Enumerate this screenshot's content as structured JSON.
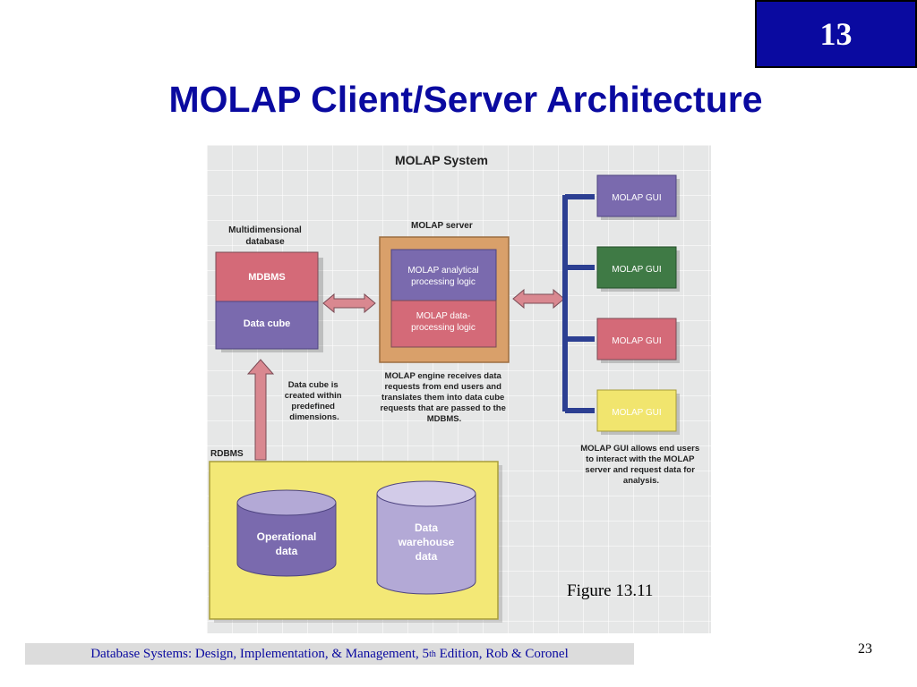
{
  "slide": {
    "chapter": "13",
    "title": "MOLAP Client/Server Architecture",
    "figure_caption": "Figure 13.11",
    "footer_before_sup": "Database Systems: Design, Implementation, & Management, 5",
    "footer_sup": "th",
    "footer_after_sup": " Edition, Rob & Coronel",
    "page_number": "23"
  },
  "diagram": {
    "system_title": "MOLAP System",
    "mdb_label_line1": "Multidimensional",
    "mdb_label_line2": "database",
    "mdbms": "MDBMS",
    "data_cube": "Data cube",
    "server_label": "MOLAP server",
    "analytical_line1": "MOLAP analytical",
    "analytical_line2": "processing logic",
    "dataproc_line1": "MOLAP data-",
    "dataproc_line2": "processing logic",
    "engine_note": [
      "MOLAP engine receives data",
      "requests from end users and",
      "translates them into data cube",
      "requests that are passed to the",
      "MDBMS."
    ],
    "cube_note": [
      "Data cube is",
      "created within",
      "predefined",
      "dimensions."
    ],
    "rdbms_label": "RDBMS",
    "operational_line1": "Operational",
    "operational_line2": "data",
    "warehouse_line1": "Data",
    "warehouse_line2": "warehouse",
    "warehouse_line3": "data",
    "gui_label": "MOLAP GUI",
    "gui_note": [
      "MOLAP GUI allows end users",
      "to interact with the MOLAP",
      "server and request data for",
      "analysis."
    ],
    "colors": {
      "mdbms_red": "#d46a78",
      "cube_purple": "#7a6aae",
      "server_orange": "#d9a06a",
      "gui_green": "#3f7a45",
      "gui_yellow": "#f1e56e",
      "rdbms_yellow": "#f3e876",
      "connector_blue": "#2c3f92"
    }
  }
}
